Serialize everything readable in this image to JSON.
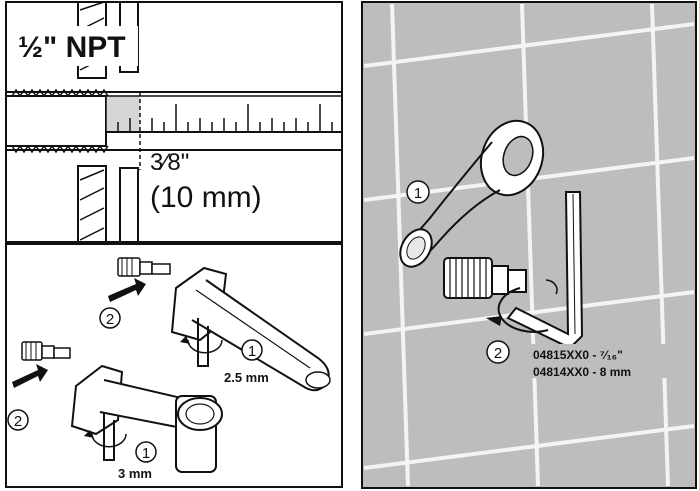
{
  "panel_top_left": {
    "thread_label": "½\" NPT",
    "depth_fraction": "3⁄8\"",
    "depth_metric": "(10 mm)"
  },
  "panel_bottom_left": {
    "upper_spout": {
      "step1": "1",
      "step2": "2",
      "hex_size": "2.5 mm"
    },
    "lower_spout": {
      "step1": "1",
      "step2": "2",
      "hex_size": "3 mm"
    }
  },
  "panel_right": {
    "step1": "1",
    "step2": "2",
    "part_line1": "04815XX0 - ⁷⁄₁₆\"",
    "part_line2": "04814XX0 - 8 mm"
  }
}
